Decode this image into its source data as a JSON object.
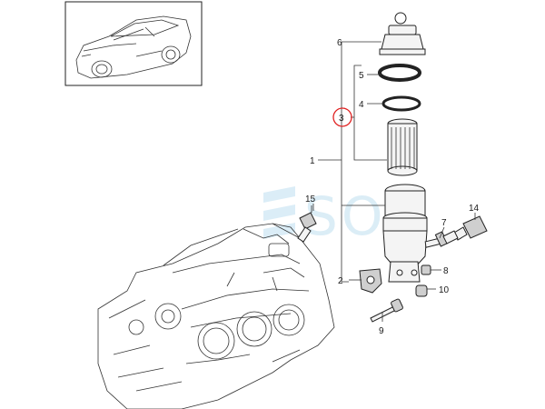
{
  "callouts": {
    "c1": "1",
    "c2": "2",
    "c3": "3",
    "c4": "4",
    "c5": "5",
    "c6": "6",
    "c7": "7",
    "c8": "8",
    "c9": "9",
    "c10": "10",
    "c14": "14",
    "c15": "15"
  },
  "watermark": {
    "text": "SOL",
    "color": "#cfe7f4"
  },
  "highlight": {
    "callout": "3",
    "color": "#e02020"
  }
}
